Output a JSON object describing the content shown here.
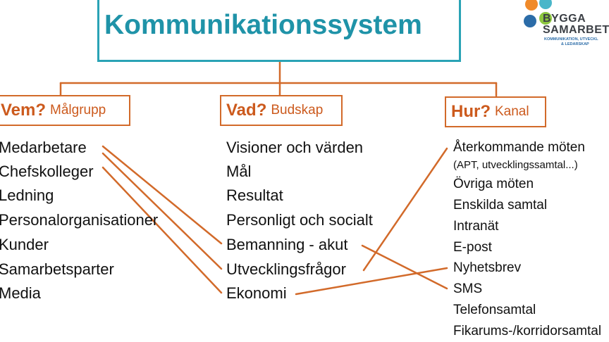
{
  "title": "Kommunikationssystem",
  "logo": {
    "line1": "BYGGA",
    "line2": "SAMARBET",
    "tag1": "KOMMUNIKATION, UTVECKL",
    "tag2": "& LEDARSKAP",
    "colors": [
      "#f08a2a",
      "#49b6c9",
      "#2b6ca8",
      "#8cc63f"
    ]
  },
  "columns": {
    "vem": {
      "heading_bold": "Vem?",
      "heading_sub": "Målgrupp",
      "items": [
        "Medarbetare",
        "Chefskolleger",
        "Ledning",
        "Personalorganisationer",
        "Kunder",
        "Samarbetsparter",
        "Media"
      ]
    },
    "vad": {
      "heading_bold": "Vad?",
      "heading_sub": "Budskap",
      "items": [
        "Visioner och värden",
        "Mål",
        "Resultat",
        "Personligt och socialt",
        "Bemanning - akut",
        "Utvecklingsfrågor",
        "Ekonomi"
      ]
    },
    "hur": {
      "heading_bold": "Hur?",
      "heading_sub": "Kanal",
      "items": [
        "Återkommande möten",
        "(APT, utvecklingssamtal...)",
        "Övriga möten",
        "Enskilda samtal",
        "Intranät",
        "E-post",
        "Nyhetsbrev",
        "SMS",
        "Telefonsamtal",
        "Fikarums-/korridorsamtal"
      ]
    }
  },
  "colors": {
    "accent_orange": "#d26a2a",
    "title_teal": "#1f93a8",
    "box_teal": "#2aa3b5"
  }
}
